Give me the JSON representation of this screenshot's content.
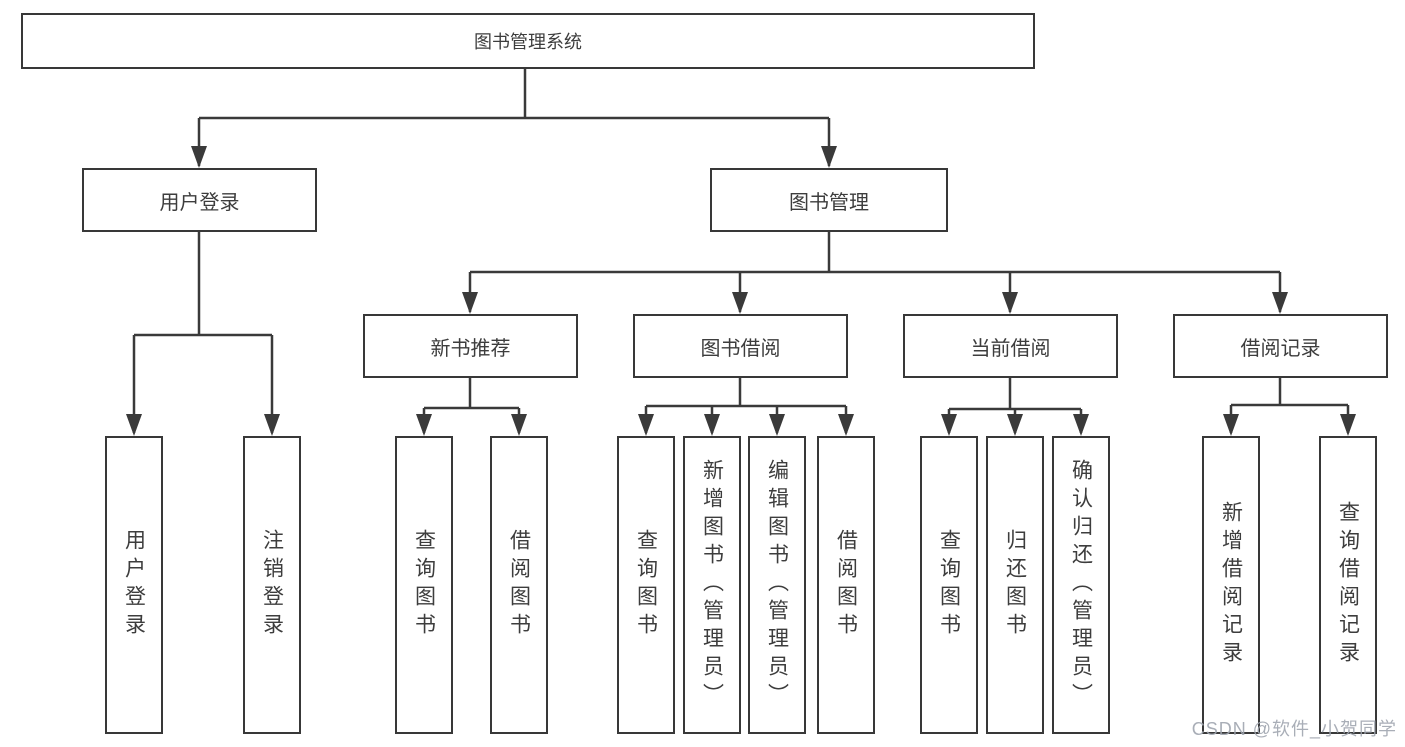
{
  "tree": {
    "root": {
      "label": "图书管理系统",
      "children": [
        {
          "label": "用户登录",
          "children": [
            {
              "label": "用户登录"
            },
            {
              "label": "注销登录"
            }
          ]
        },
        {
          "label": "图书管理",
          "children": [
            {
              "label": "新书推荐",
              "children": [
                {
                  "label": "查询图书"
                },
                {
                  "label": "借阅图书"
                }
              ]
            },
            {
              "label": "图书借阅",
              "children": [
                {
                  "label": "查询图书"
                },
                {
                  "label": "新增图书（管理员）"
                },
                {
                  "label": "编辑图书（管理员）"
                },
                {
                  "label": "借阅图书"
                }
              ]
            },
            {
              "label": "当前借阅",
              "children": [
                {
                  "label": "查询图书"
                },
                {
                  "label": "归还图书"
                },
                {
                  "label": "确认归还（管理员）"
                }
              ]
            },
            {
              "label": "借阅记录",
              "children": [
                {
                  "label": "新增借阅记录"
                },
                {
                  "label": "查询借阅记录"
                }
              ]
            }
          ]
        }
      ]
    }
  },
  "watermark": {
    "text": "CSDN @软件_小贺同学"
  },
  "colors": {
    "line": "#3a3a3a",
    "border": "#383838",
    "text": "#3d3d3d",
    "watermark": "#a0a6b0"
  }
}
